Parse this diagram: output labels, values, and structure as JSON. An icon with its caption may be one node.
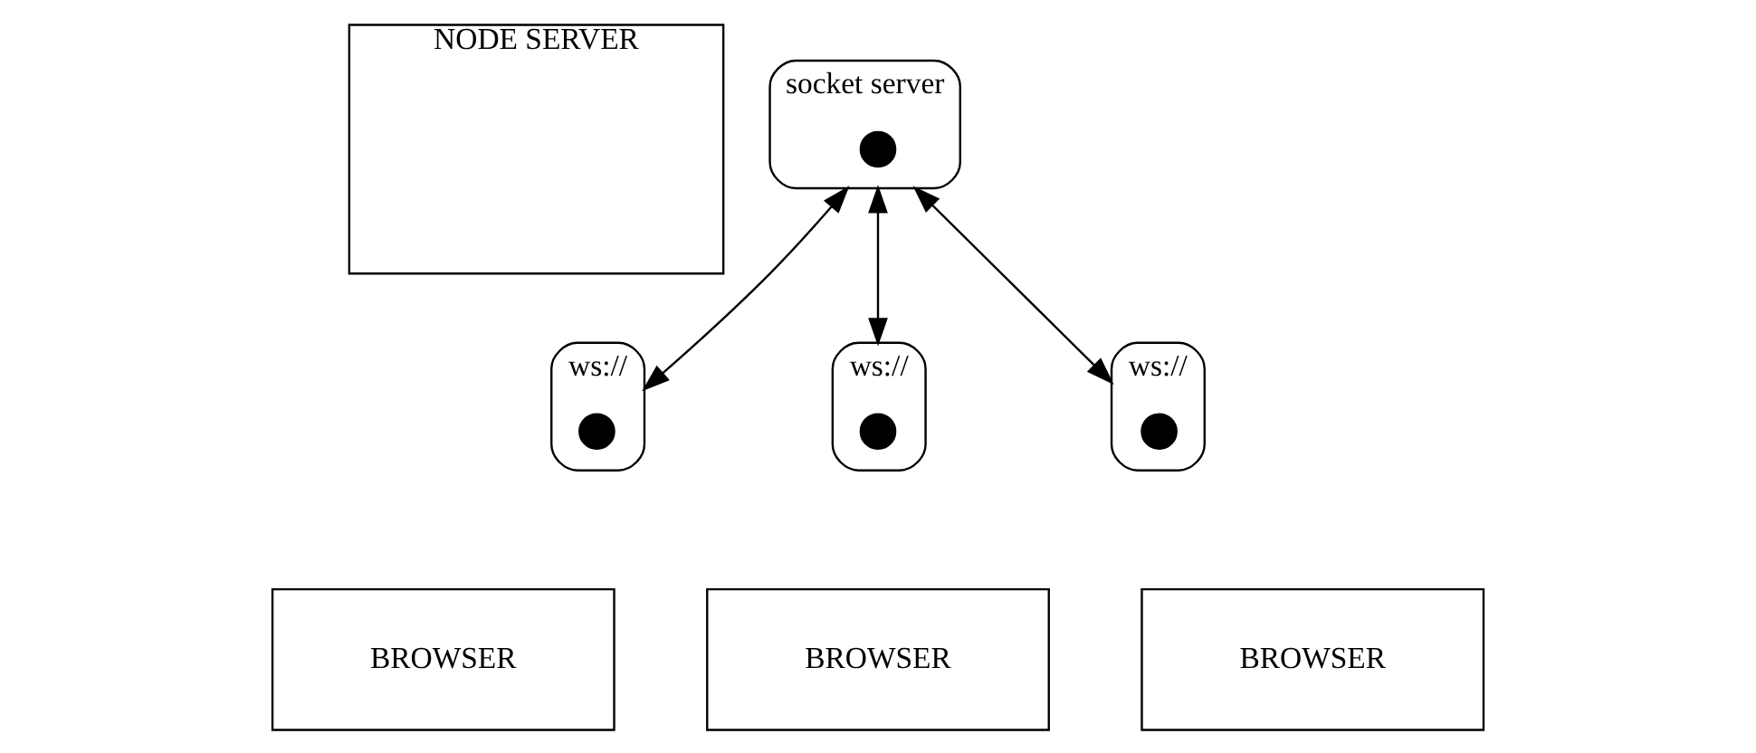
{
  "diagram": {
    "nodes": [
      {
        "text": [
          "NODE SERVER"
        ]
      },
      {
        "text": [
          "socket server"
        ]
      },
      {
        "text": [],
        "shape": "circle",
        "in": 1
      },
      {
        "text": [
          "ws://"
        ]
      },
      {
        "text": [],
        "shape": "circle",
        "in": 3
      },
      {
        "text": [
          "BROWSER"
        ]
      },
      {
        "text": [
          "ws://"
        ]
      },
      {
        "text": [],
        "shape": "circle",
        "in": 6
      },
      {
        "text": [
          "BROWSER"
        ]
      },
      {
        "text": [
          "ws://"
        ]
      },
      {
        "text": [],
        "shape": "circle",
        "in": 9
      },
      {
        "text": [
          "BROWSER"
        ]
      }
    ],
    "edges": [
      {
        "from": 1,
        "to": 3,
        "arrow": "both"
      },
      {
        "from": 1,
        "to": 6,
        "arrow": "both"
      },
      {
        "from": 1,
        "to": 9,
        "arrow": "both"
      }
    ]
  }
}
